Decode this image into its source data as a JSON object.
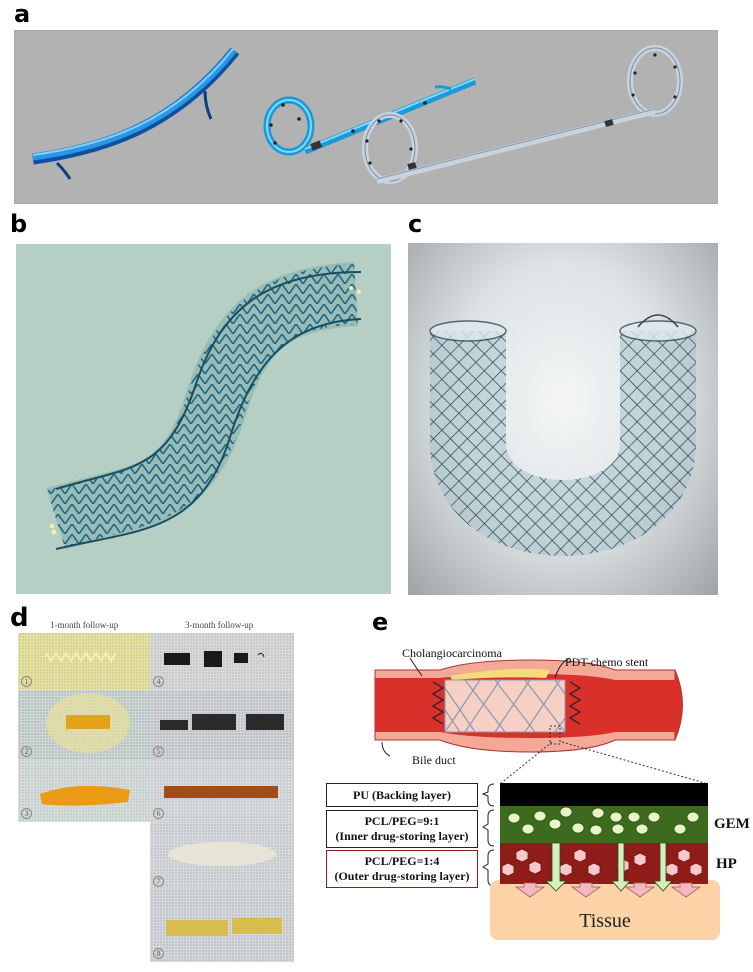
{
  "panels": {
    "a": {
      "label": "a",
      "background": "#b2b2b2",
      "items": [
        "straight-plastic-stent",
        "pigtail-stent",
        "double-pigtail-stent"
      ]
    },
    "b": {
      "label": "b",
      "background": "#b6cfc4",
      "subject": "s-curved-metal-zigzag-stent"
    },
    "c": {
      "label": "c",
      "subject": "u-shaped-braided-metal-stent"
    },
    "d": {
      "label": "d",
      "columns": [
        {
          "header": "1-month follow-up",
          "cells": [
            {
              "num": "1",
              "color": "#d9d48a"
            },
            {
              "num": "2",
              "color": "#b9c6c4"
            },
            {
              "num": "3",
              "color": "#c5cfcb"
            }
          ]
        },
        {
          "header": "3-month follow-up",
          "cells": [
            {
              "num": "4",
              "color": "#c8cacc"
            },
            {
              "num": "5",
              "color": "#bfc2c6"
            },
            {
              "num": "6",
              "color": "#c9ccd0"
            },
            {
              "num": "7",
              "color": "#c6c9cd"
            },
            {
              "num": "8",
              "color": "#c4c7cc"
            }
          ]
        }
      ]
    },
    "e": {
      "label": "e",
      "annotations": {
        "tumor": "Cholangiocarcinoma",
        "stent": "PDT-chemo stent",
        "duct": "Bile duct"
      },
      "layers": [
        {
          "line1": "PU (Backing layer)",
          "line2": "",
          "color": "#000000",
          "border": "#222222"
        },
        {
          "line1": "PCL/PEG=9:1",
          "line2": "(Inner drug-storing layer)",
          "color": "#3d6b1e",
          "border": "#222222"
        },
        {
          "line1": "PCL/PEG=1:4",
          "line2": "(Outer drug-storing layer)",
          "color": "#8e1c18",
          "border": "#8e1c18"
        }
      ],
      "drug_labels": {
        "inner": "GEM",
        "outer": "HP"
      },
      "tissue_label": "Tissue",
      "tissue_color": "#fbd3a6"
    }
  }
}
